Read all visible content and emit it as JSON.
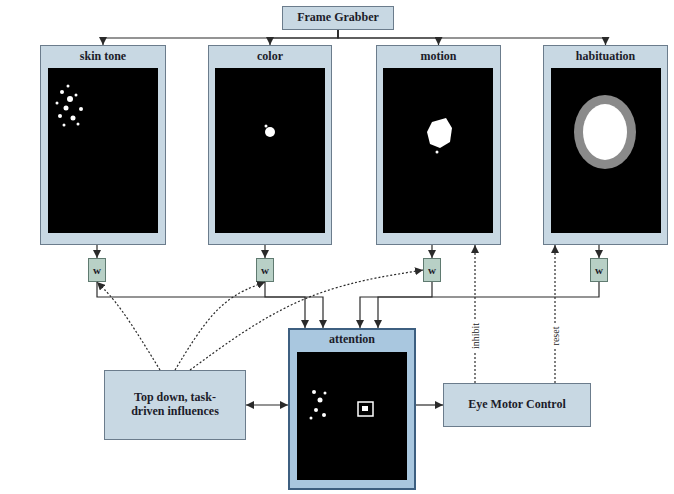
{
  "diagram": {
    "nodes": [
      {
        "text": [
          "Frame Grabber"
        ]
      },
      {
        "text": [
          "skin tone"
        ]
      },
      {
        "text": [
          "color"
        ]
      },
      {
        "text": [
          "motion"
        ]
      },
      {
        "text": [
          "habituation"
        ]
      },
      {
        "text": [
          "w"
        ]
      },
      {
        "text": [
          "w"
        ]
      },
      {
        "text": [
          "w"
        ]
      },
      {
        "text": [
          "w"
        ]
      },
      {
        "text": [
          "attention"
        ]
      },
      {
        "text": [
          "Top down, task-driven influences"
        ]
      },
      {
        "text": [
          "Eye Motor Control"
        ]
      }
    ],
    "edges": [
      {
        "from": 0,
        "to": 1,
        "arrow": "to"
      },
      {
        "from": 0,
        "to": 2,
        "arrow": "to"
      },
      {
        "from": 0,
        "to": 3,
        "arrow": "to"
      },
      {
        "from": 0,
        "to": 4,
        "arrow": "to"
      },
      {
        "from": 1,
        "to": 5,
        "arrow": "to"
      },
      {
        "from": 2,
        "to": 6,
        "arrow": "to"
      },
      {
        "from": 3,
        "to": 7,
        "arrow": "to"
      },
      {
        "from": 4,
        "to": 8,
        "arrow": "to"
      },
      {
        "from": 5,
        "to": 9,
        "arrow": "to"
      },
      {
        "from": 6,
        "to": 9,
        "arrow": "to"
      },
      {
        "from": 7,
        "to": 9,
        "arrow": "to"
      },
      {
        "from": 8,
        "to": 9,
        "arrow": "to"
      },
      {
        "from": 9,
        "to": 10,
        "arrow": "both"
      },
      {
        "from": 9,
        "to": 11,
        "arrow": "to"
      },
      {
        "from": 10,
        "to": 5,
        "arrow": "to"
      },
      {
        "from": 10,
        "to": 6,
        "arrow": "to"
      },
      {
        "from": 10,
        "to": 7,
        "arrow": "to"
      },
      {
        "from": 11,
        "to": 3,
        "label": "inhibit",
        "arrow": "to"
      },
      {
        "from": 11,
        "to": 4,
        "label": "reset",
        "arrow": "to"
      }
    ]
  }
}
